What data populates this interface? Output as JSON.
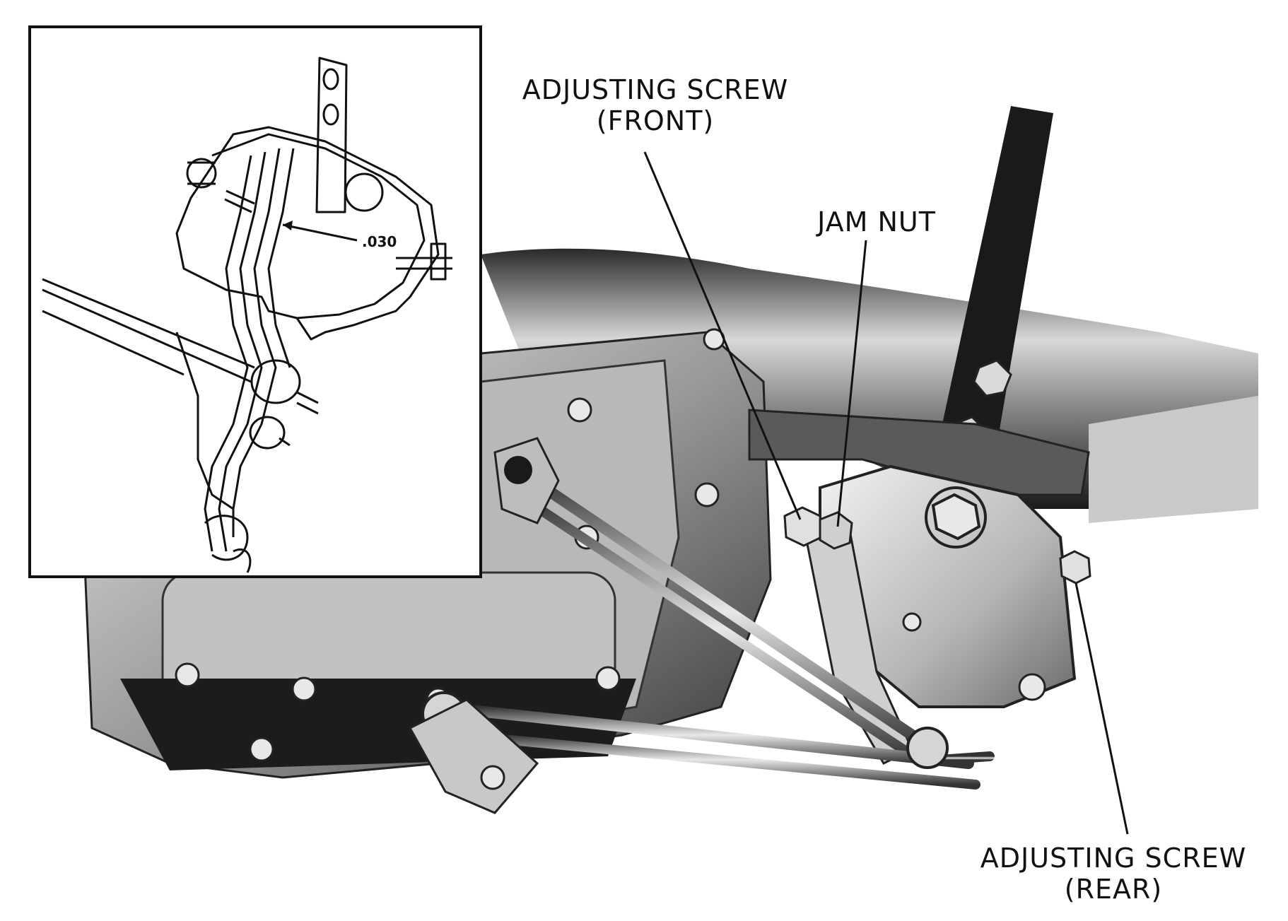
{
  "callouts": {
    "adjusting_screw_front": {
      "line1": "ADJUSTING SCREW",
      "line2": "(FRONT)"
    },
    "jam_nut": {
      "line1": "JAM NUT"
    },
    "adjusting_screw_rear": {
      "line1": "ADJUSTING SCREW",
      "line2": "(REAR)"
    }
  },
  "inset": {
    "clearance_label": ".030"
  },
  "colors": {
    "ink": "#111111",
    "metal_dark": "#1a1a1a",
    "metal_mid": "#7a7a7a",
    "metal_light": "#cfcfcf",
    "paper": "#ffffff"
  }
}
